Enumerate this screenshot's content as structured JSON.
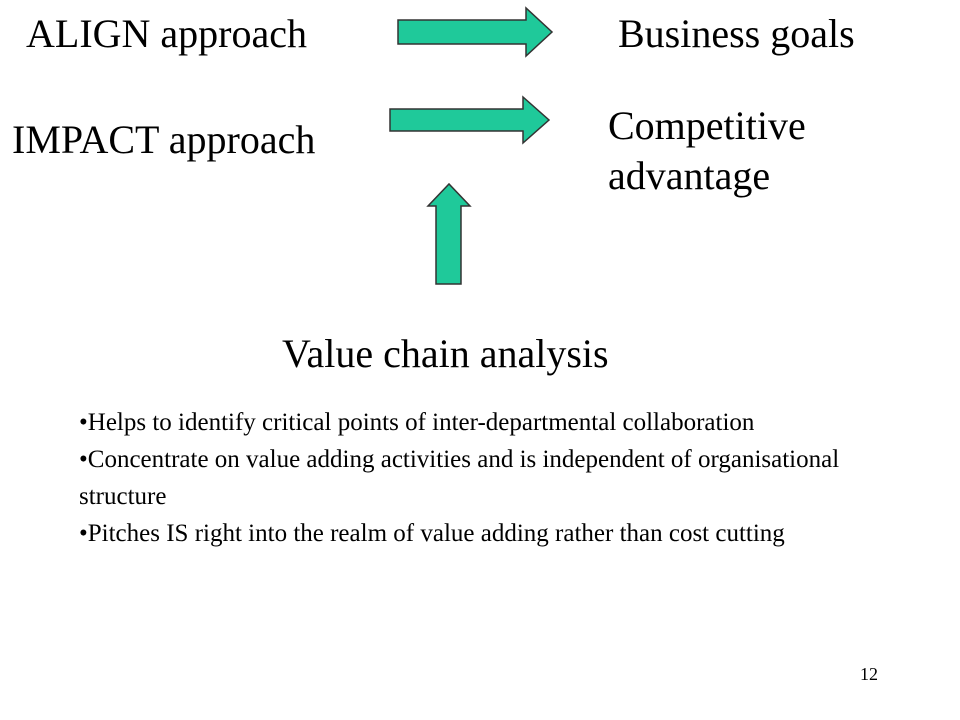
{
  "diagram": {
    "align_label": "ALIGN approach",
    "business_goals_label": "Business goals",
    "impact_label": "IMPACT approach",
    "competitive_line1": "Competitive",
    "competitive_line2": "advantage",
    "value_chain_label": "Value chain analysis",
    "arrow_color": "#1fc99a",
    "arrow_stroke": "#333333"
  },
  "bullets": [
    "Helps to identify critical points of inter-departmental collaboration",
    "Concentrate on value adding activities and is independent of organisational  structure",
    "Pitches IS right into the realm of value adding rather than cost cutting"
  ],
  "page_number": "12"
}
